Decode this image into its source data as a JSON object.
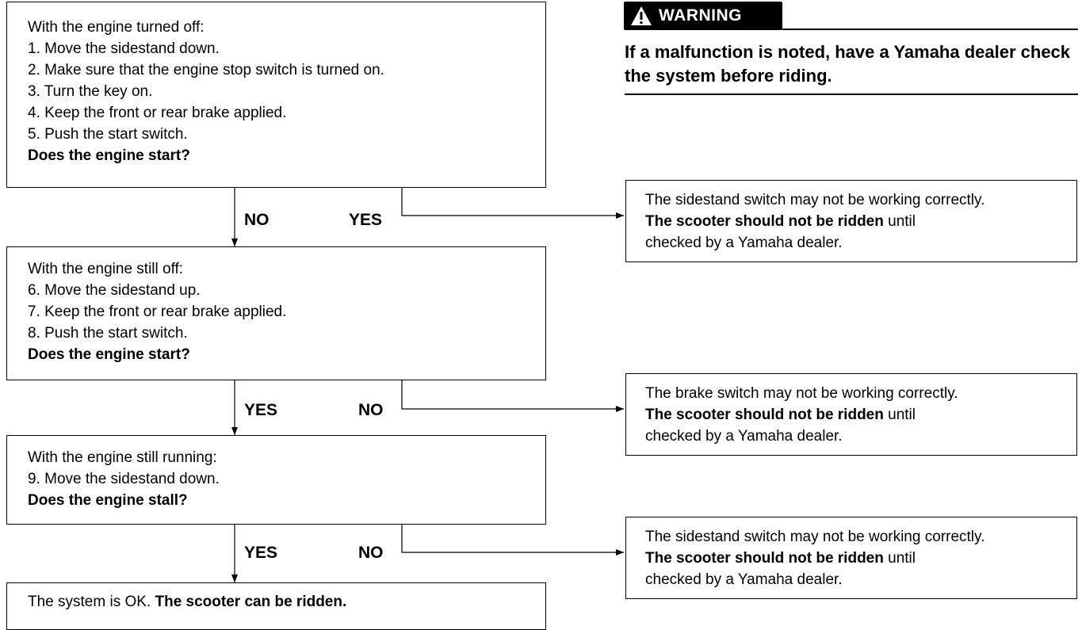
{
  "warning": {
    "label": "WARNING",
    "text": "If a malfunction is noted, have a Yamaha dealer check the system before riding."
  },
  "steps": [
    {
      "lines": [
        "With the engine turned off:",
        "1. Move the sidestand down.",
        "2. Make sure that the engine stop switch is turned on.",
        "3. Turn the key on.",
        "4. Keep the front or rear brake applied.",
        "5. Push the start switch."
      ],
      "question": "Does the engine start?"
    },
    {
      "lines": [
        "With the engine still off:",
        "6. Move the sidestand up.",
        "7. Keep the front or rear brake applied.",
        "8. Push the start switch."
      ],
      "question": "Does the engine start?"
    },
    {
      "lines": [
        "With the engine still running:",
        "9. Move the sidestand down."
      ],
      "question": "Does the engine stall?"
    }
  ],
  "final": {
    "prefix": "The system is OK. ",
    "bold": "The scooter can be ridden."
  },
  "branches": [
    {
      "down_label": "NO",
      "side_label": "YES"
    },
    {
      "down_label": "YES",
      "side_label": "NO"
    },
    {
      "down_label": "YES",
      "side_label": "NO"
    }
  ],
  "results": [
    {
      "line1": "The sidestand switch may not be working correctly.",
      "bold": "The scooter should not be ridden",
      "after": " until",
      "line3": "checked by a Yamaha dealer."
    },
    {
      "line1": "The brake switch may not be working correctly.",
      "bold": "The scooter should not be ridden",
      "after": " until",
      "line3": "checked by a Yamaha dealer."
    },
    {
      "line1": "The sidestand switch may not be working correctly.",
      "bold": "The scooter should not be ridden",
      "after": " until",
      "line3": "checked by a Yamaha dealer."
    }
  ]
}
